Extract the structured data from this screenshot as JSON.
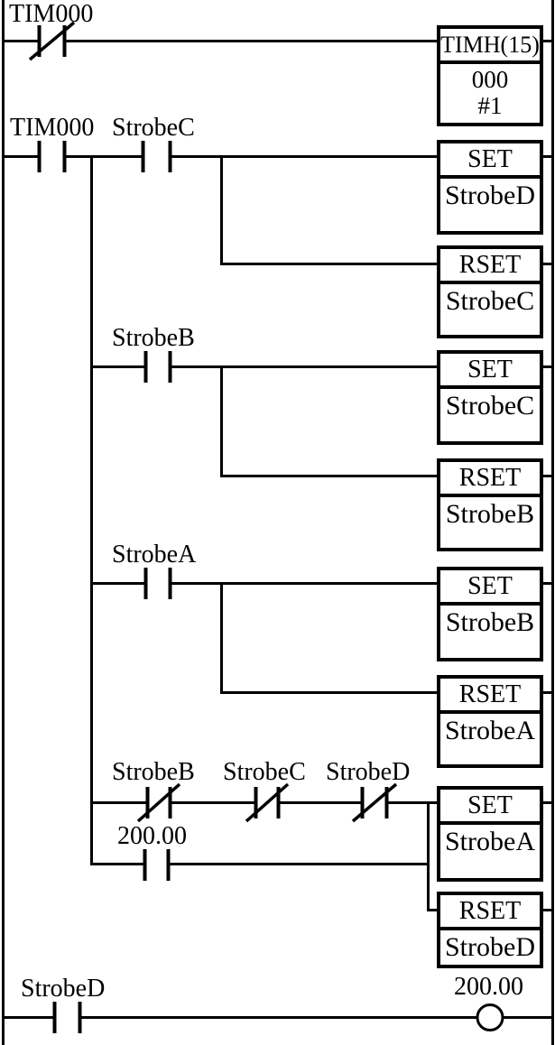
{
  "diagram": {
    "type": "plc-ladder-logic",
    "colors": {
      "line": "#000000",
      "background": "#ffffff"
    },
    "contacts": [
      {
        "label": "TIM000",
        "type": "normally-closed"
      },
      {
        "label": "TIM000",
        "type": "normally-open"
      },
      {
        "label": "StrobeC",
        "type": "normally-open"
      },
      {
        "label": "StrobeB",
        "type": "normally-open"
      },
      {
        "label": "StrobeA",
        "type": "normally-open"
      },
      {
        "label": "StrobeB",
        "type": "normally-closed"
      },
      {
        "label": "StrobeC",
        "type": "normally-closed"
      },
      {
        "label": "StrobeD",
        "type": "normally-closed"
      },
      {
        "label": "200.00",
        "type": "normally-open"
      },
      {
        "label": "StrobeD",
        "type": "normally-open"
      }
    ],
    "boxes": [
      {
        "header": "TIMH(15)",
        "body": [
          "000",
          "#1"
        ]
      },
      {
        "header": "SET",
        "operand": "StrobeD"
      },
      {
        "header": "RSET",
        "operand": "StrobeC"
      },
      {
        "header": "SET",
        "operand": "StrobeC"
      },
      {
        "header": "RSET",
        "operand": "StrobeB"
      },
      {
        "header": "SET",
        "operand": "StrobeB"
      },
      {
        "header": "RSET",
        "operand": "StrobeA"
      },
      {
        "header": "SET",
        "operand": "StrobeA"
      },
      {
        "header": "RSET",
        "operand": "StrobeD"
      }
    ],
    "coil": {
      "label": "200.00",
      "type": "output-coil"
    }
  }
}
